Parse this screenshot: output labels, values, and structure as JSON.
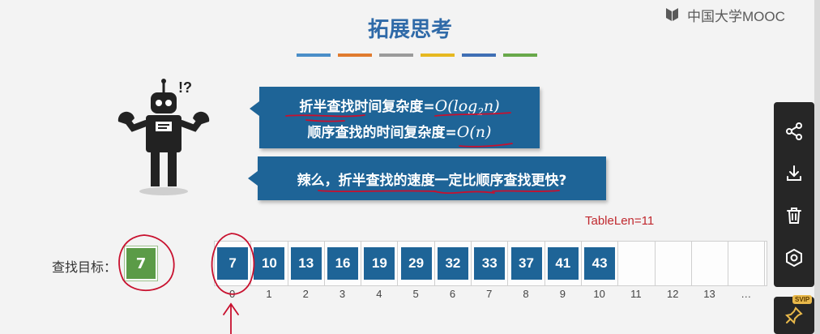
{
  "slide": {
    "title": "拓展思考",
    "title_bar_colors": [
      "#4a8ec8",
      "#e07b2e",
      "#9a9a9a",
      "#e6b820",
      "#3f6fb5",
      "#68a84a"
    ]
  },
  "brand": {
    "name": "中国大学MOOC"
  },
  "robot": {
    "exclamation": "!?"
  },
  "bubble1": {
    "line1_text": "折半查找时间复杂度=",
    "line1_formula_pre": "O(log",
    "line1_formula_sub": "2",
    "line1_formula_post": "n)",
    "line2_text": "顺序查找的时间复杂度=",
    "line2_formula": "O(n)"
  },
  "bubble2": {
    "text": "辣么，折半查找的速度一定比顺序查找更快?"
  },
  "table": {
    "len_label": "TableLen=11",
    "target_label": "查找目标：",
    "target_value": "7",
    "values": [
      "7",
      "10",
      "13",
      "16",
      "19",
      "29",
      "32",
      "33",
      "37",
      "41",
      "43",
      "",
      "",
      "",
      ""
    ],
    "indices": [
      "0",
      "1",
      "2",
      "3",
      "4",
      "5",
      "6",
      "7",
      "8",
      "9",
      "10",
      "11",
      "12",
      "13",
      "…"
    ]
  },
  "side_panel": {
    "icons": [
      "share-icon",
      "download-icon",
      "delete-icon",
      "settings-icon"
    ],
    "badge": "SVIP"
  },
  "colors": {
    "accent_blue": "#1e6497",
    "target_green": "#5b9b47",
    "annotation_red": "#c8102e"
  }
}
